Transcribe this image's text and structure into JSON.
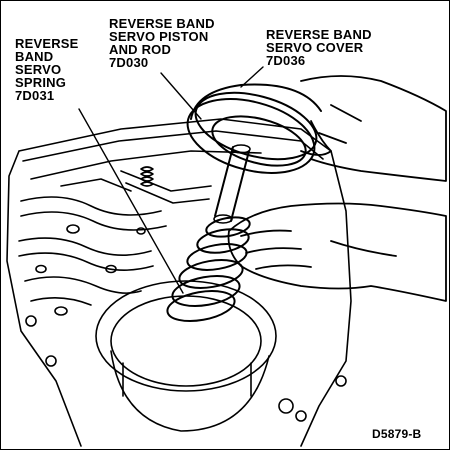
{
  "callouts": {
    "spring": {
      "lines": [
        "REVERSE",
        "BAND",
        "SERVO",
        "SPRING",
        "7D031"
      ]
    },
    "piston": {
      "lines": [
        "REVERSE BAND",
        "SERVO PISTON",
        "AND ROD",
        "7D030"
      ]
    },
    "cover": {
      "lines": [
        "REVERSE BAND",
        "SERVO COVER",
        "7D036"
      ]
    }
  },
  "figure_code": "D5879-B"
}
